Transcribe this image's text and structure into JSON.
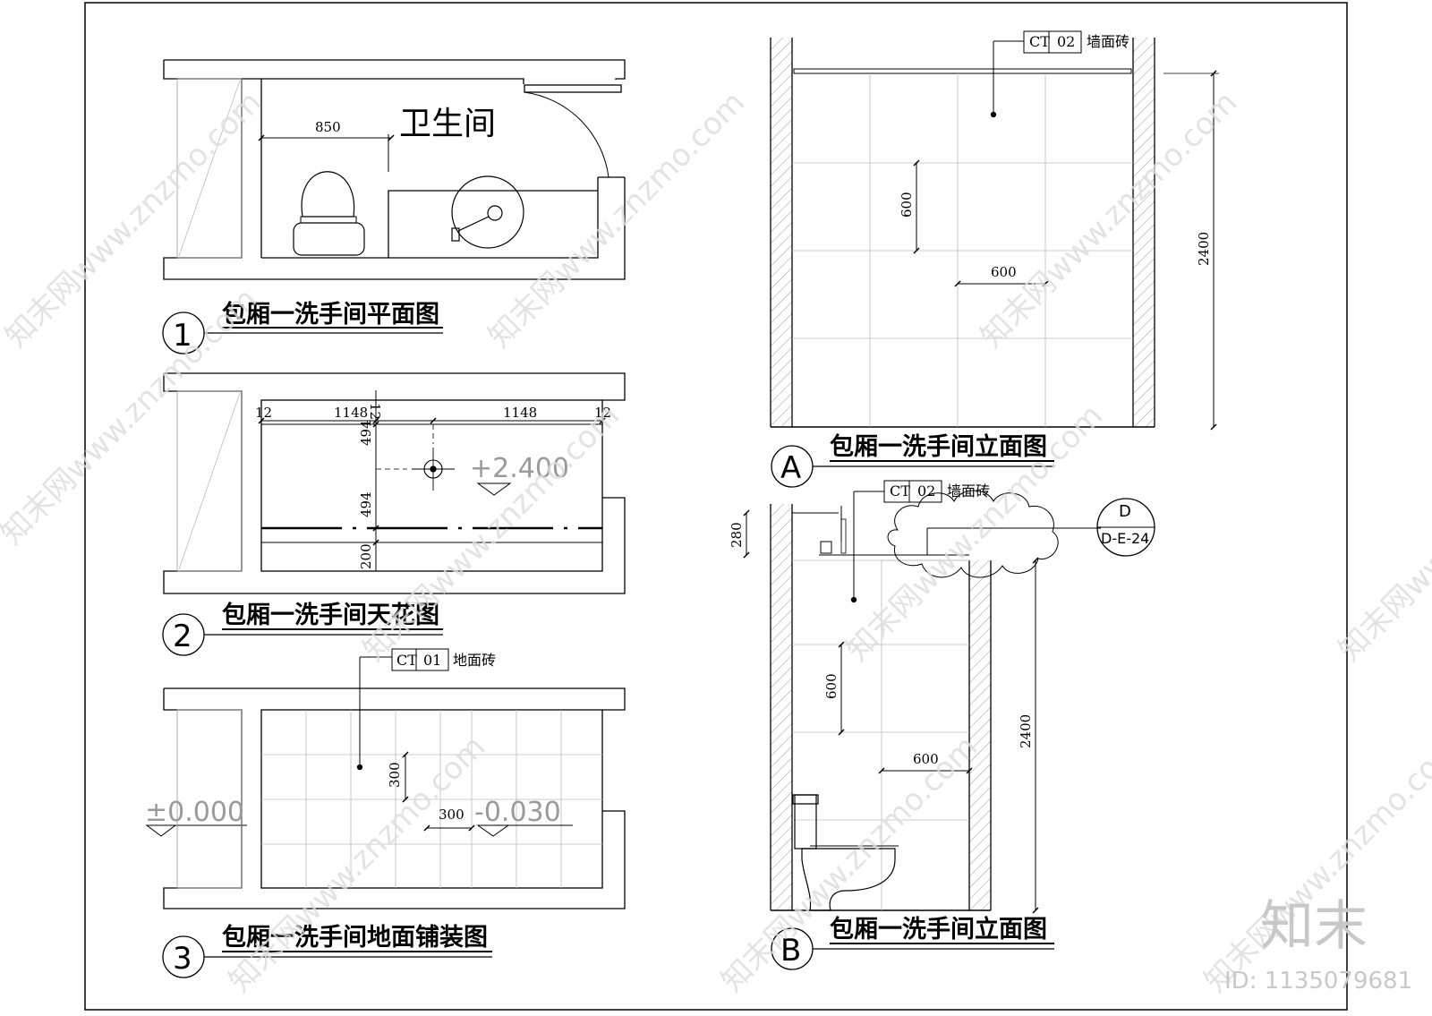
{
  "room_label": "卫生间",
  "views": [
    {
      "number": "1",
      "title": "包厢一洗手间平面图"
    },
    {
      "number": "2",
      "title": "包厢一洗手间天花图"
    },
    {
      "number": "3",
      "title": "包厢一洗手间地面铺装图"
    },
    {
      "number": "A",
      "title": "包厢一洗手间立面图"
    },
    {
      "number": "B",
      "title": "包厢一洗手间立面图"
    }
  ],
  "plan_dims": {
    "width": "850"
  },
  "ceiling_dims": {
    "left_gap": "12",
    "left_span": "1148",
    "top_gap": "12",
    "right_span": "1148",
    "right_gap": "12",
    "v1": "494",
    "v2": "494",
    "v3": "200",
    "level": "+2.400"
  },
  "floor": {
    "tag_code": "CT",
    "tag_num": "01",
    "tag_label": "地面砖",
    "dim_v": "300",
    "dim_h": "300",
    "level_left": "±0.000",
    "level_right": "-0.030"
  },
  "elev_a": {
    "tag_code": "CT",
    "tag_num": "02",
    "tag_label": "墙面砖",
    "dim_v": "600",
    "dim_h": "600",
    "height": "2400"
  },
  "elev_b": {
    "tag_code": "CT",
    "tag_num": "02",
    "tag_label": "墙面砖",
    "dim_top": "280",
    "dim_v": "600",
    "dim_h": "600",
    "height": "2400"
  },
  "detail_ref": {
    "letter": "D",
    "sheet": "D-E-24"
  },
  "watermark": {
    "logo": "知末",
    "id": "ID: 1135079681",
    "repeat": "知末网www.znzmo.com"
  }
}
